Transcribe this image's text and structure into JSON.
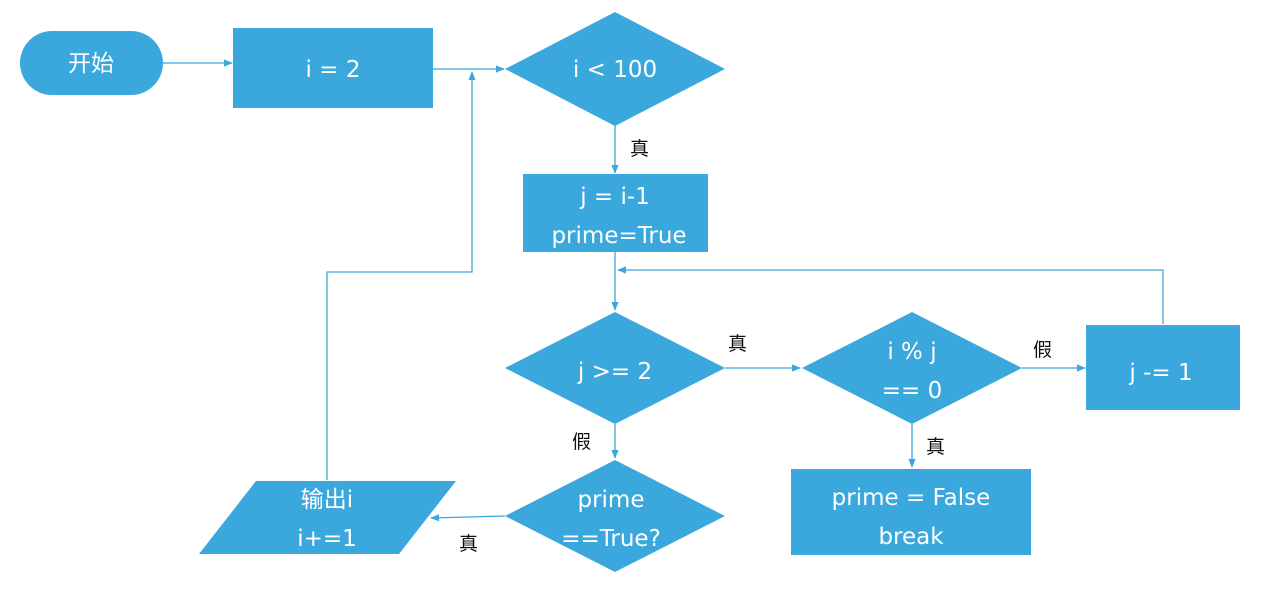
{
  "nodes": {
    "start": "开始",
    "init_i": "i = 2",
    "cond_i": "i < 100",
    "init_j_line1": "j = i-1",
    "init_j_line2": "prime=True",
    "cond_j": "j >= 2",
    "cond_mod_line1": "i % j",
    "cond_mod_line2": "== 0",
    "dec_j": "j -= 1",
    "set_false_line1": "prime = False",
    "set_false_line2": "break",
    "cond_prime_line1": "prime",
    "cond_prime_line2": "==True?",
    "output_line1": "输出i",
    "output_line2": "i+=1"
  },
  "edge_labels": {
    "true_label": "真",
    "false_label": "假"
  },
  "colors": {
    "node_fill": "#3aa8dc",
    "edge_stroke": "#3aa8dc",
    "node_text": "#ffffff",
    "label_text": "#111111"
  }
}
